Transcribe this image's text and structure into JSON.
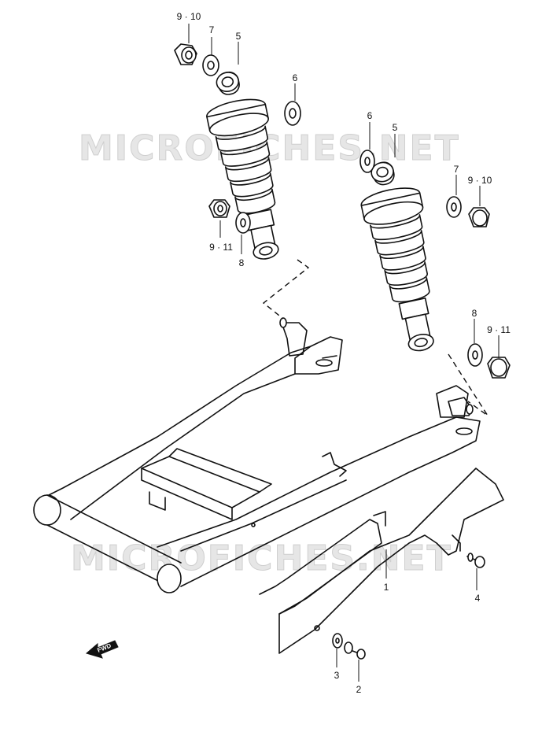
{
  "watermark": "MICROFICHES.NET",
  "fwd_label": "FWD",
  "labels": {
    "nut_9_10_left": "9 · 10",
    "washer_7_left": "7",
    "shock_5_left": "5",
    "washer_6_left": "6",
    "nut_9_11_left": "9 · 11",
    "washer_8_left": "8",
    "washer_6_right": "6",
    "shock_5_right": "5",
    "washer_7_right": "7",
    "nut_9_10_right": "9 · 10",
    "washer_8_right": "8",
    "nut_9_11_right": "9 · 11",
    "swingarm_1": "1",
    "bolt_4": "4",
    "washer_3": "3",
    "bolt_2": "2"
  }
}
